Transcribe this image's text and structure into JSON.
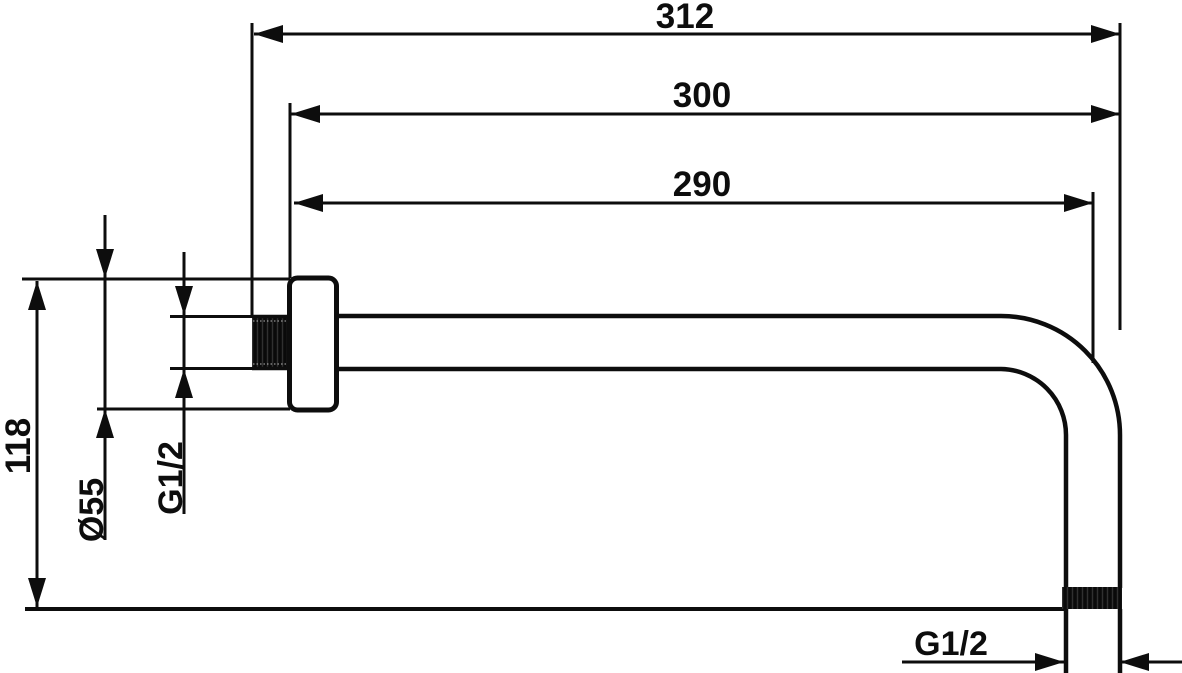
{
  "colors": {
    "line": "#0d0d0d",
    "background": "#ffffff"
  },
  "drawing": {
    "dimensions": {
      "overall_length": "312",
      "arm_length": "300",
      "arm_reach": "290",
      "drop_height": "118",
      "flange_diameter": "Ø55",
      "inlet_thread": "G1/2",
      "outlet_thread": "G1/2"
    }
  }
}
